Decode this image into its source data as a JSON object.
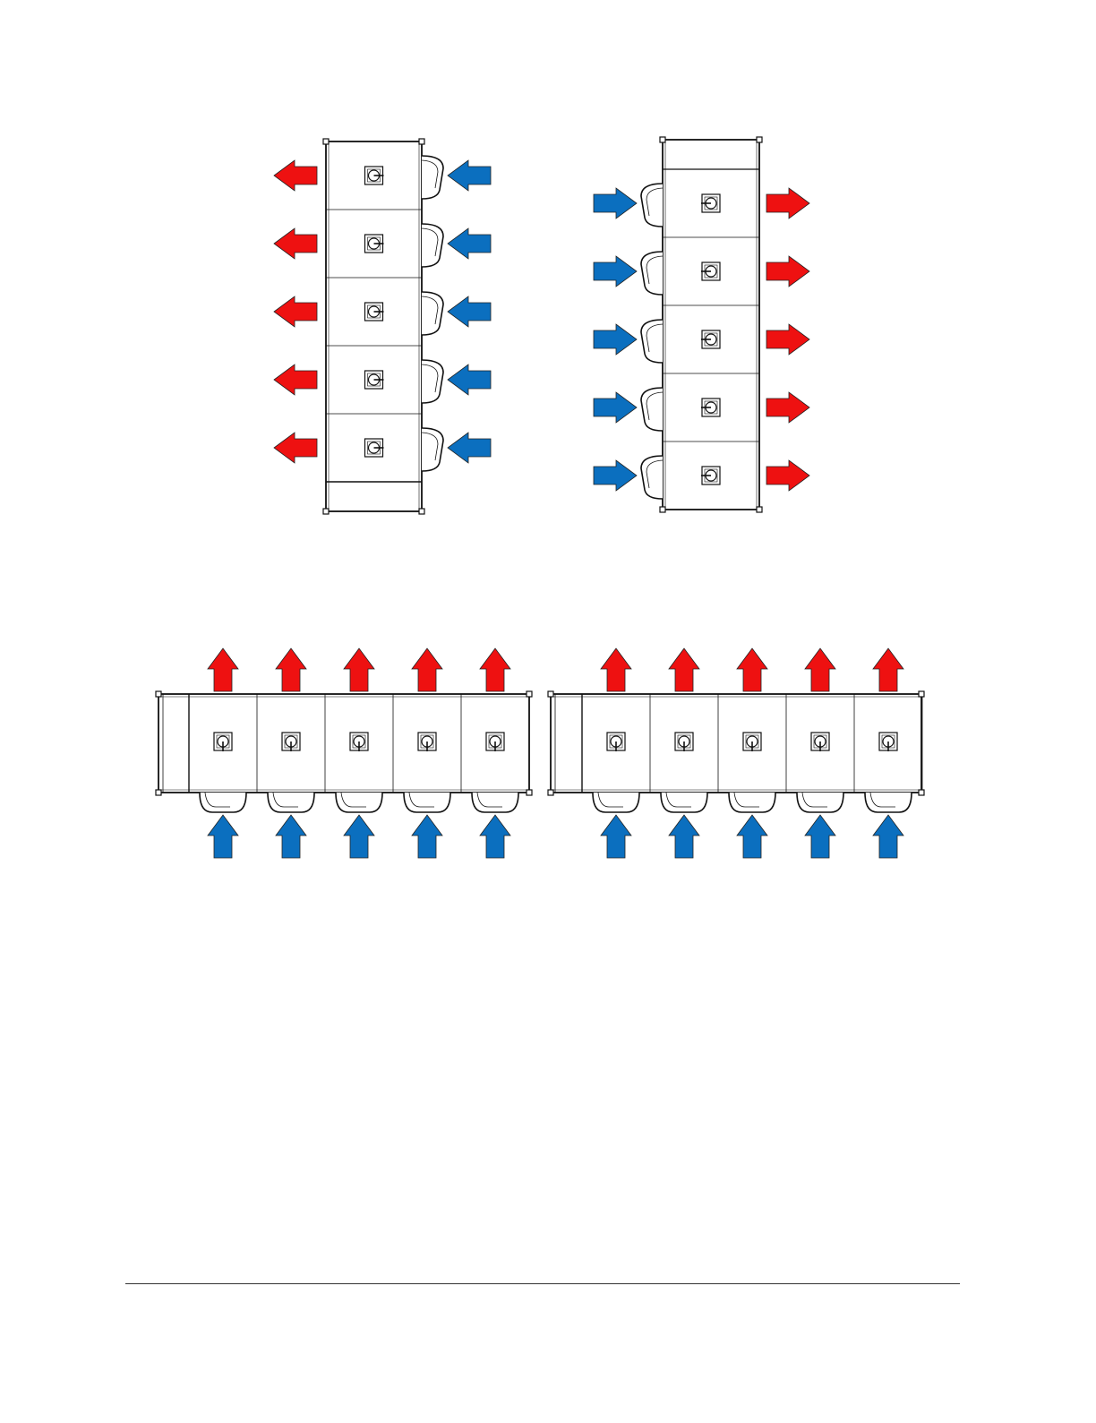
{
  "colors": {
    "hot_air": "#ee1111",
    "cool_air": "#0b6fbf",
    "outline": "#111111",
    "panel_fill": "#ffffff"
  },
  "diagrams": [
    {
      "id": "left-vertical-row",
      "orientation": "vertical",
      "module_count": 5,
      "cool_side": "right",
      "hot_side": "left",
      "blank_panel": "bottom"
    },
    {
      "id": "right-vertical-row",
      "orientation": "vertical",
      "module_count": 5,
      "cool_side": "left",
      "hot_side": "right",
      "blank_panel": "top"
    },
    {
      "id": "left-horizontal-row",
      "orientation": "horizontal",
      "module_count": 5,
      "cool_side": "bottom",
      "hot_side": "top",
      "blank_panel": "left"
    },
    {
      "id": "right-horizontal-row",
      "orientation": "horizontal",
      "module_count": 5,
      "cool_side": "bottom",
      "hot_side": "top",
      "blank_panel": "left"
    }
  ],
  "icons": {
    "hot_arrow": "hot-air-arrow-icon",
    "cool_arrow": "cool-air-arrow-icon",
    "control": "control-dial-icon"
  }
}
